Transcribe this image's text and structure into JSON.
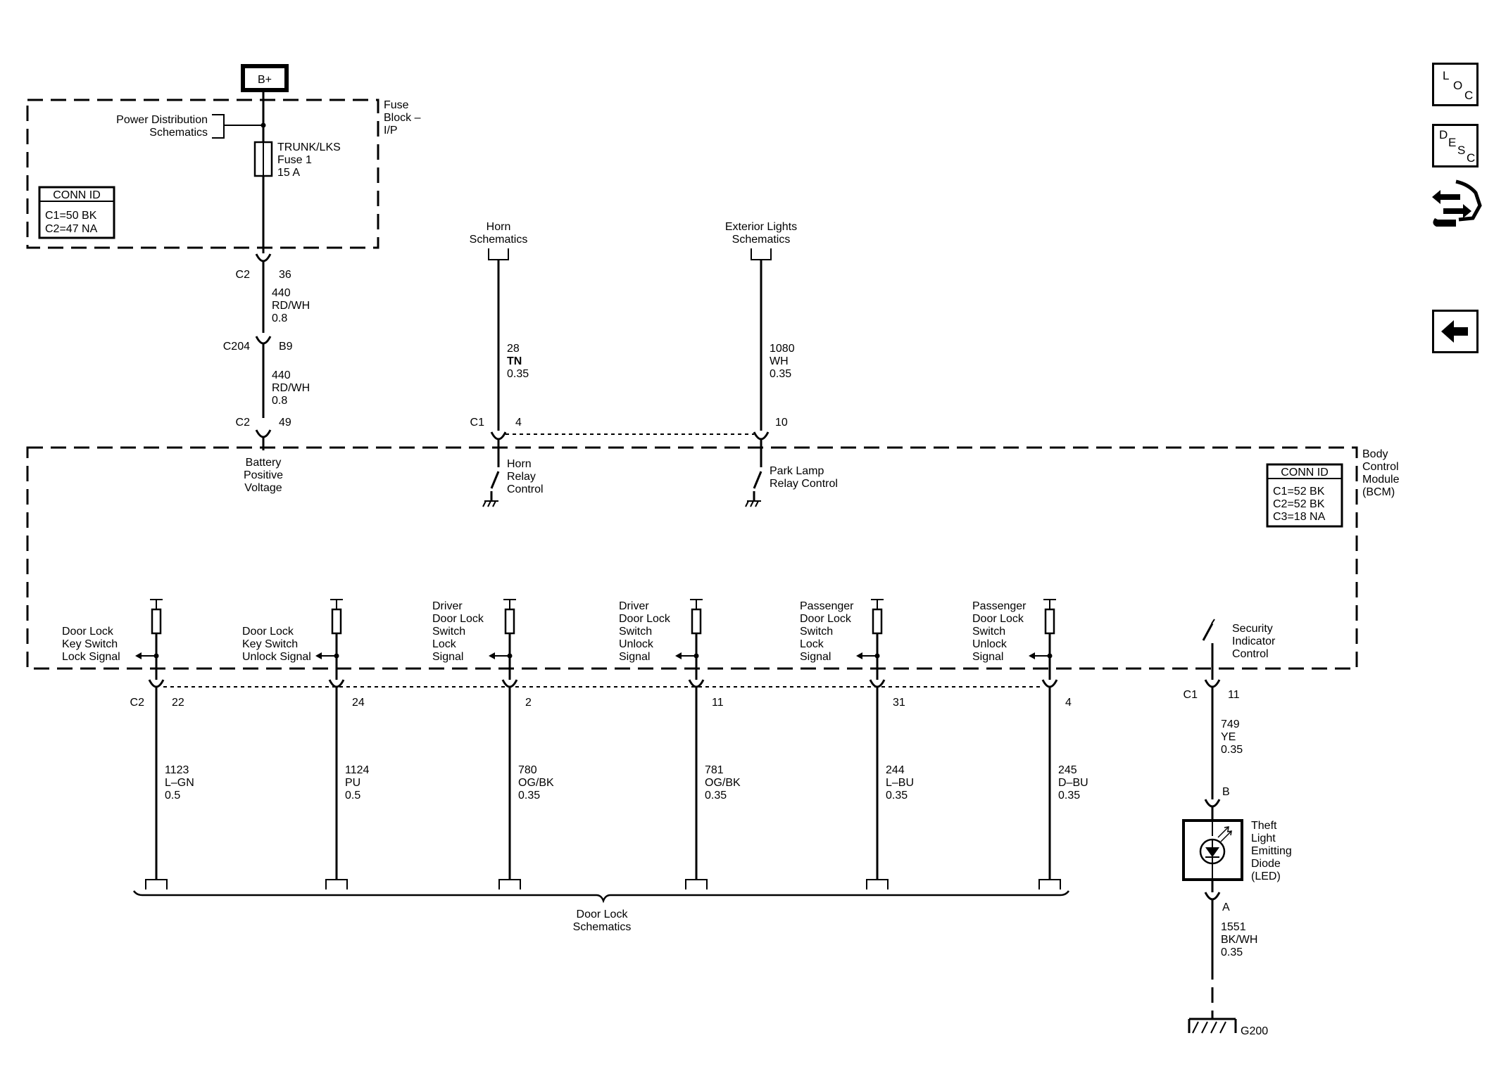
{
  "power_source": {
    "label": "B+"
  },
  "fuse_block": {
    "name_lines": [
      "Fuse",
      "Block –",
      "I/P"
    ],
    "power_distribution_lines": [
      "Power Distribution",
      "Schematics"
    ],
    "fuse_lines": [
      "TRUNK/LKS",
      "Fuse 1",
      "15 A"
    ],
    "conn_id": {
      "title": "CONN ID",
      "lines": [
        "C1=50 BK",
        "C2=47 NA"
      ]
    }
  },
  "battery_feed": {
    "top_connector": {
      "name": "C2",
      "pin": "36"
    },
    "upper_wire": {
      "circuit": "440",
      "color": "RD/WH",
      "size": "0.8"
    },
    "inline_connector": {
      "name": "C204",
      "pin": "B9"
    },
    "lower_wire": {
      "circuit": "440",
      "color": "RD/WH",
      "size": "0.8"
    },
    "bcm_connector": {
      "name": "C2",
      "pin": "49"
    },
    "bcm_label_lines": [
      "Battery",
      "Positive",
      "Voltage"
    ]
  },
  "horn": {
    "schematic_lines": [
      "Horn",
      "Schematics"
    ],
    "wire": {
      "circuit": "28",
      "color": "TN",
      "size": "0.35"
    },
    "connector": {
      "name": "C1",
      "pin": "4"
    },
    "bcm_label_lines": [
      "Horn",
      "Relay",
      "Control"
    ]
  },
  "park_lamp": {
    "schematic_lines": [
      "Exterior Lights",
      "Schematics"
    ],
    "wire": {
      "circuit": "1080",
      "color": "WH",
      "size": "0.35"
    },
    "connector": {
      "pin": "10"
    },
    "bcm_label_lines": [
      "Park Lamp",
      "Relay Control"
    ]
  },
  "bcm": {
    "name_lines": [
      "Body",
      "Control",
      "Module",
      "(BCM)"
    ],
    "conn_id": {
      "title": "CONN ID",
      "lines": [
        "C1=52 BK",
        "C2=52 BK",
        "C3=18 NA"
      ]
    }
  },
  "door_inputs": {
    "connector_name": "C2",
    "items": [
      {
        "label_lines": [
          "Door Lock",
          "Key Switch",
          "Lock Signal"
        ],
        "pin": "22",
        "circuit": "1123",
        "color": "L–GN",
        "size": "0.5"
      },
      {
        "label_lines": [
          "Door Lock",
          "Key Switch",
          "Unlock Signal"
        ],
        "pin": "24",
        "circuit": "1124",
        "color": "PU",
        "size": "0.5"
      },
      {
        "label_lines": [
          "Driver",
          "Door Lock",
          "Switch",
          "Lock",
          "Signal"
        ],
        "pin": "2",
        "circuit": "780",
        "color": "OG/BK",
        "size": "0.35"
      },
      {
        "label_lines": [
          "Driver",
          "Door Lock",
          "Switch",
          "Unlock",
          "Signal"
        ],
        "pin": "11",
        "circuit": "781",
        "color": "OG/BK",
        "size": "0.35"
      },
      {
        "label_lines": [
          "Passenger",
          "Door Lock",
          "Switch",
          "Lock",
          "Signal"
        ],
        "pin": "31",
        "circuit": "244",
        "color": "L–BU",
        "size": "0.35"
      },
      {
        "label_lines": [
          "Passenger",
          "Door Lock",
          "Switch",
          "Unlock",
          "Signal"
        ],
        "pin": "4",
        "circuit": "245",
        "color": "D–BU",
        "size": "0.35"
      }
    ],
    "destination_lines": [
      "Door Lock",
      "Schematics"
    ]
  },
  "security": {
    "bcm_label_lines": [
      "Security",
      "Indicator",
      "Control"
    ],
    "connector": {
      "name": "C1",
      "pin": "11"
    },
    "wire_top": {
      "circuit": "749",
      "color": "YE",
      "size": "0.35"
    },
    "led_pin_top": "B",
    "led_label_lines": [
      "Theft",
      "Light",
      "Emitting",
      "Diode",
      "(LED)"
    ],
    "led_pin_bottom": "A",
    "wire_bottom": {
      "circuit": "1551",
      "color": "BK/WH",
      "size": "0.35"
    },
    "ground": "G200"
  },
  "side_nav": {
    "loc": [
      "L",
      "O",
      "C"
    ],
    "desc": [
      "D",
      "E",
      "S",
      "C"
    ]
  }
}
